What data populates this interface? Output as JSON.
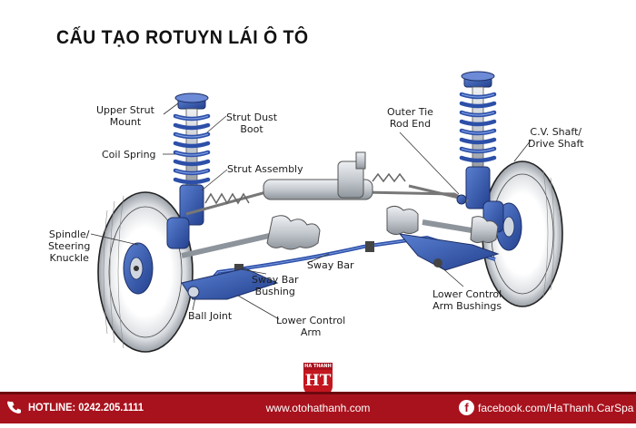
{
  "title": "CẤU TẠO ROTUYN LÁI Ô TÔ",
  "labels": {
    "upper_strut_mount": "Upper Strut\nMount",
    "strut_dust_boot": "Strut Dust\nBoot",
    "coil_spring": "Coil Spring",
    "strut_assembly": "Strut Assembly",
    "spindle_knuckle": "Spindle/\nSteering\nKnuckle",
    "sway_bar": "Sway Bar",
    "sway_bar_bushing": "Sway Bar\nBushing",
    "ball_joint": "Ball Joint",
    "lower_control_arm": "Lower Control\nArm",
    "outer_tie_rod_end": "Outer Tie\nRod End",
    "cv_shaft": "C.V. Shaft/\nDrive Shaft",
    "lower_control_arm_bushings": "Lower Control\nArm Bushings"
  },
  "footer": {
    "hotline": "HOTLINE: 0242.205.1111",
    "website": "www.otohathanh.com",
    "facebook": "facebook.com/HaThanh.CarSpa"
  },
  "logo": {
    "top_text": "HA THANH",
    "mark": "HT"
  },
  "colors": {
    "footer_red": "#a8121d",
    "part_blue": "#2c4fa8",
    "part_gray": "#cfd3d8"
  },
  "icons": {
    "phone": "phone-icon",
    "facebook": "facebook-icon"
  }
}
